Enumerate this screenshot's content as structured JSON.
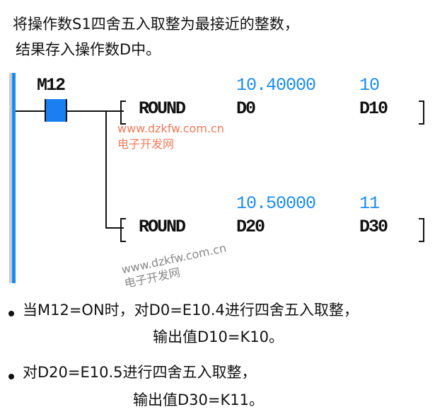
{
  "intro": {
    "line1": "将操作数S1四舍五入取整为最接近的整数，",
    "line2": "结果存入操作数D中。"
  },
  "ladder": {
    "contact": "M12",
    "rungs": [
      {
        "instruction": "ROUND",
        "src": "D0",
        "dst": "D10",
        "src_value": "10.40000",
        "dst_value": "10"
      },
      {
        "instruction": "ROUND",
        "src": "D20",
        "dst": "D30",
        "src_value": "10.50000",
        "dst_value": "11"
      }
    ],
    "colors": {
      "rail": "#1a8cf0",
      "contact": "#1a7ff0",
      "value": "#1a8cf0"
    }
  },
  "watermark": {
    "url": "www.dzkfw.com.cn",
    "name": "电子开发网"
  },
  "notes": [
    {
      "line1": "当M12=ON时，对D0=E10.4进行四舍五入取整，",
      "line2": "输出值D10=K10。"
    },
    {
      "line1": "对D20=E10.5进行四舍五入取整，",
      "line2": "输出值D30=K11。"
    }
  ]
}
